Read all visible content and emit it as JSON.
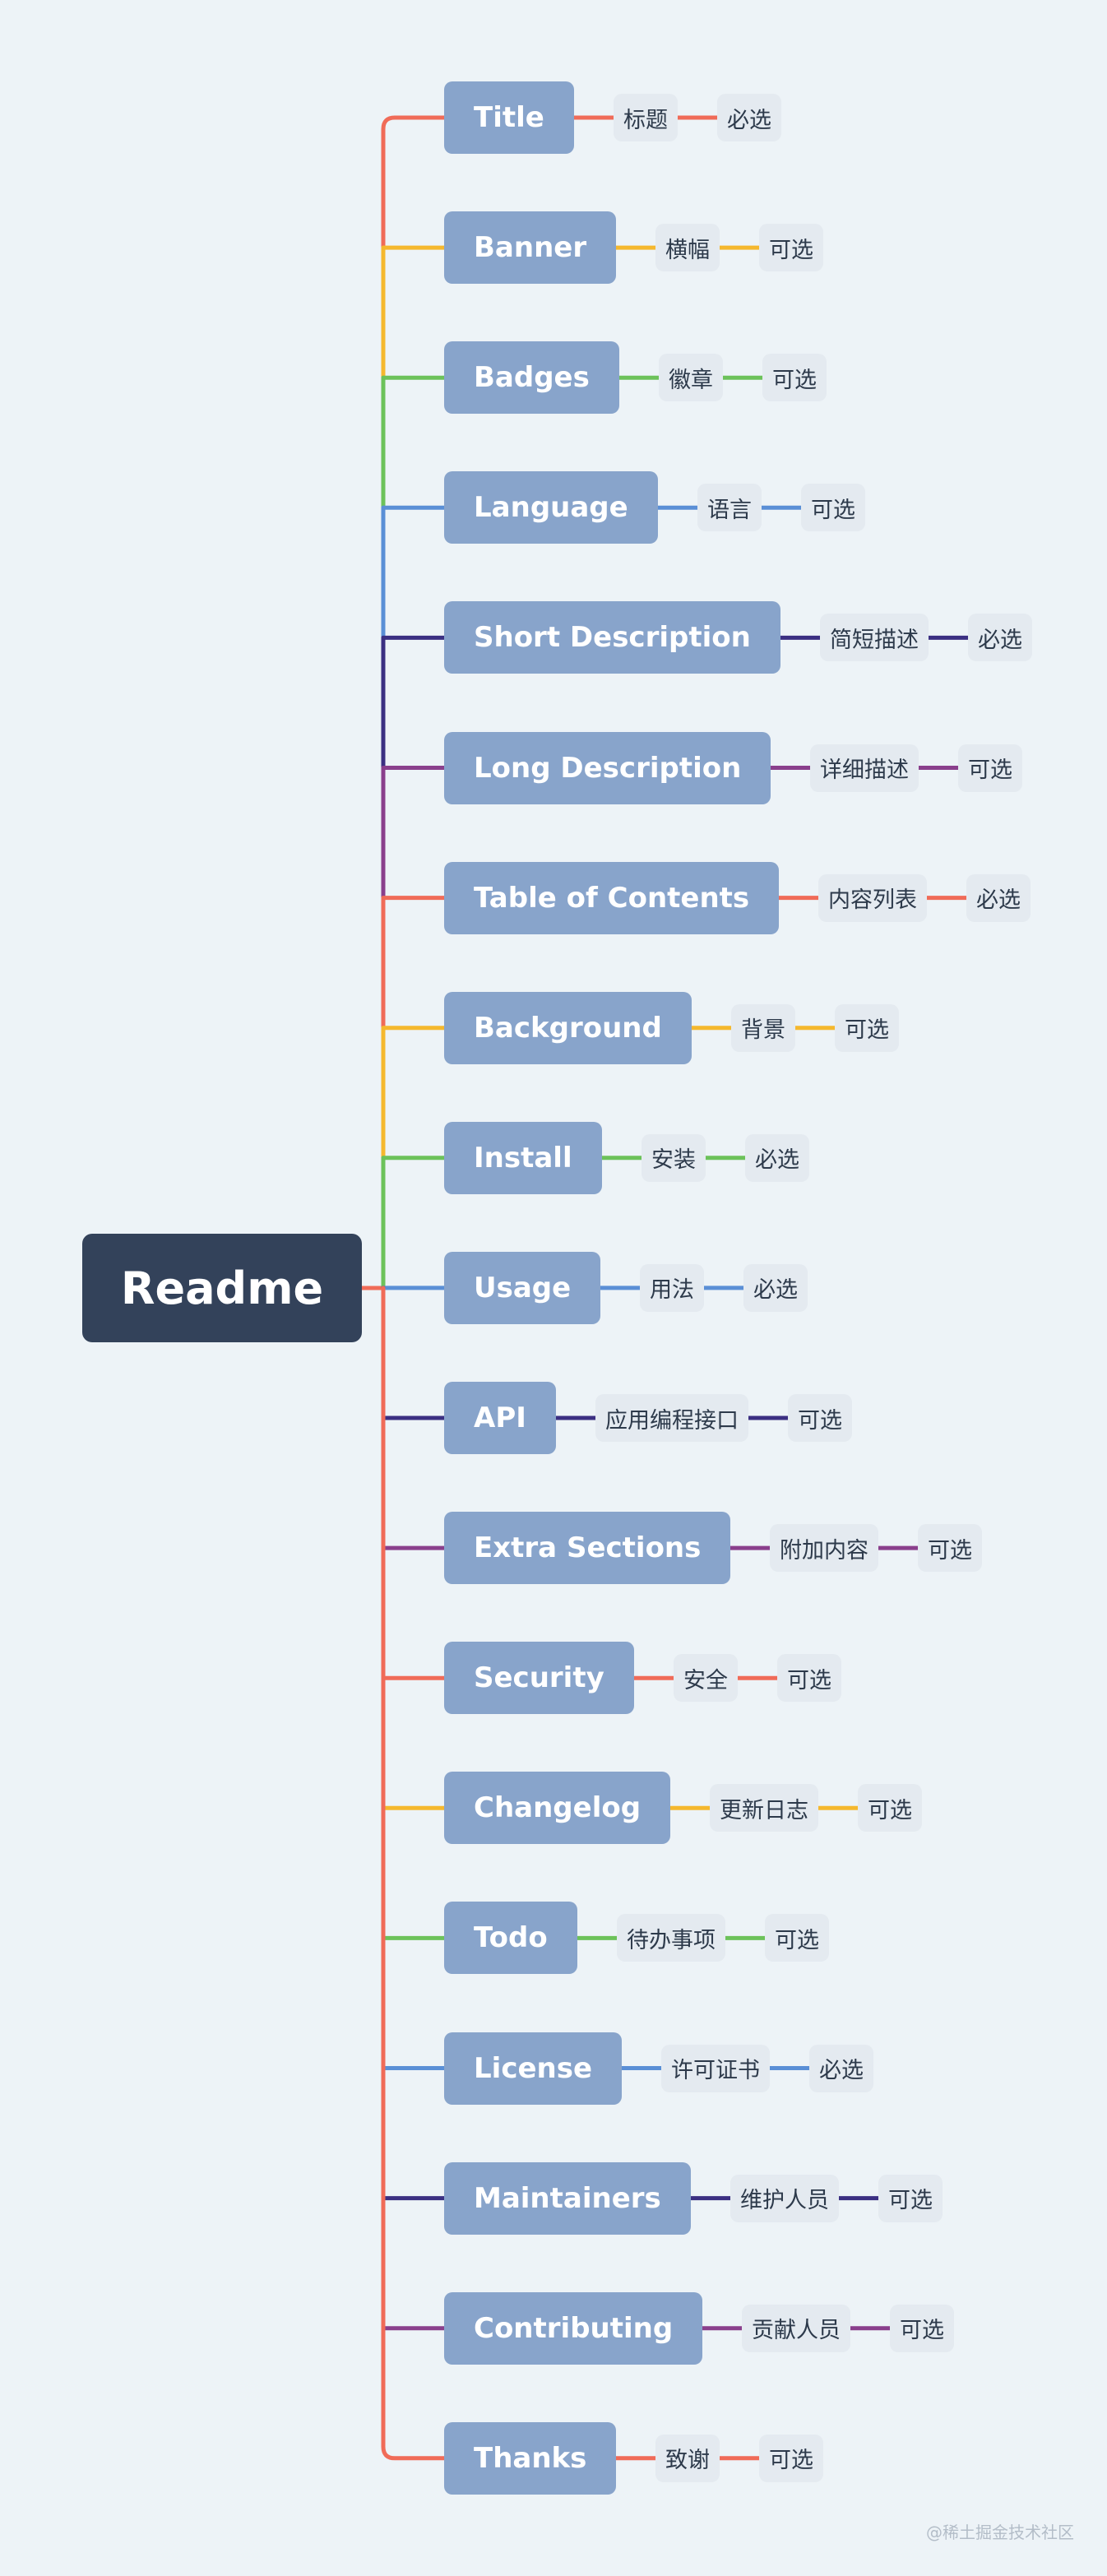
{
  "root": {
    "label": "Readme"
  },
  "branches": [
    {
      "label": "Title",
      "desc": "标题",
      "req": "必选",
      "color": "#f06b58"
    },
    {
      "label": "Banner",
      "desc": "横幅",
      "req": "可选",
      "color": "#f5b82e"
    },
    {
      "label": "Badges",
      "desc": "徽章",
      "req": "可选",
      "color": "#6cc25a"
    },
    {
      "label": "Language",
      "desc": "语言",
      "req": "可选",
      "color": "#5a8fd6"
    },
    {
      "label": "Short Description",
      "desc": "简短描述",
      "req": "必选",
      "color": "#3b2f82"
    },
    {
      "label": "Long Description",
      "desc": "详细描述",
      "req": "可选",
      "color": "#8a3f8c"
    },
    {
      "label": "Table of Contents",
      "desc": "内容列表",
      "req": "必选",
      "color": "#f06b58"
    },
    {
      "label": "Background",
      "desc": "背景",
      "req": "可选",
      "color": "#f5b82e"
    },
    {
      "label": "Install",
      "desc": "安装",
      "req": "必选",
      "color": "#6cc25a"
    },
    {
      "label": "Usage",
      "desc": "用法",
      "req": "必选",
      "color": "#5a8fd6"
    },
    {
      "label": "API",
      "desc": "应用编程接口",
      "req": "可选",
      "color": "#3b2f82"
    },
    {
      "label": "Extra Sections",
      "desc": "附加内容",
      "req": "可选",
      "color": "#8a3f8c"
    },
    {
      "label": "Security",
      "desc": "安全",
      "req": "可选",
      "color": "#f06b58"
    },
    {
      "label": "Changelog",
      "desc": "更新日志",
      "req": "可选",
      "color": "#f5b82e"
    },
    {
      "label": "Todo",
      "desc": "待办事项",
      "req": "可选",
      "color": "#6cc25a"
    },
    {
      "label": "License",
      "desc": "许可证书",
      "req": "必选",
      "color": "#5a8fd6"
    },
    {
      "label": "Maintainers",
      "desc": "维护人员",
      "req": "可选",
      "color": "#3b2f82"
    },
    {
      "label": "Contributing",
      "desc": "贡献人员",
      "req": "可选",
      "color": "#8a3f8c"
    },
    {
      "label": "Thanks",
      "desc": "致谢",
      "req": "可选",
      "color": "#f06b58"
    }
  ],
  "watermark": "@稀土掘金技术社区"
}
